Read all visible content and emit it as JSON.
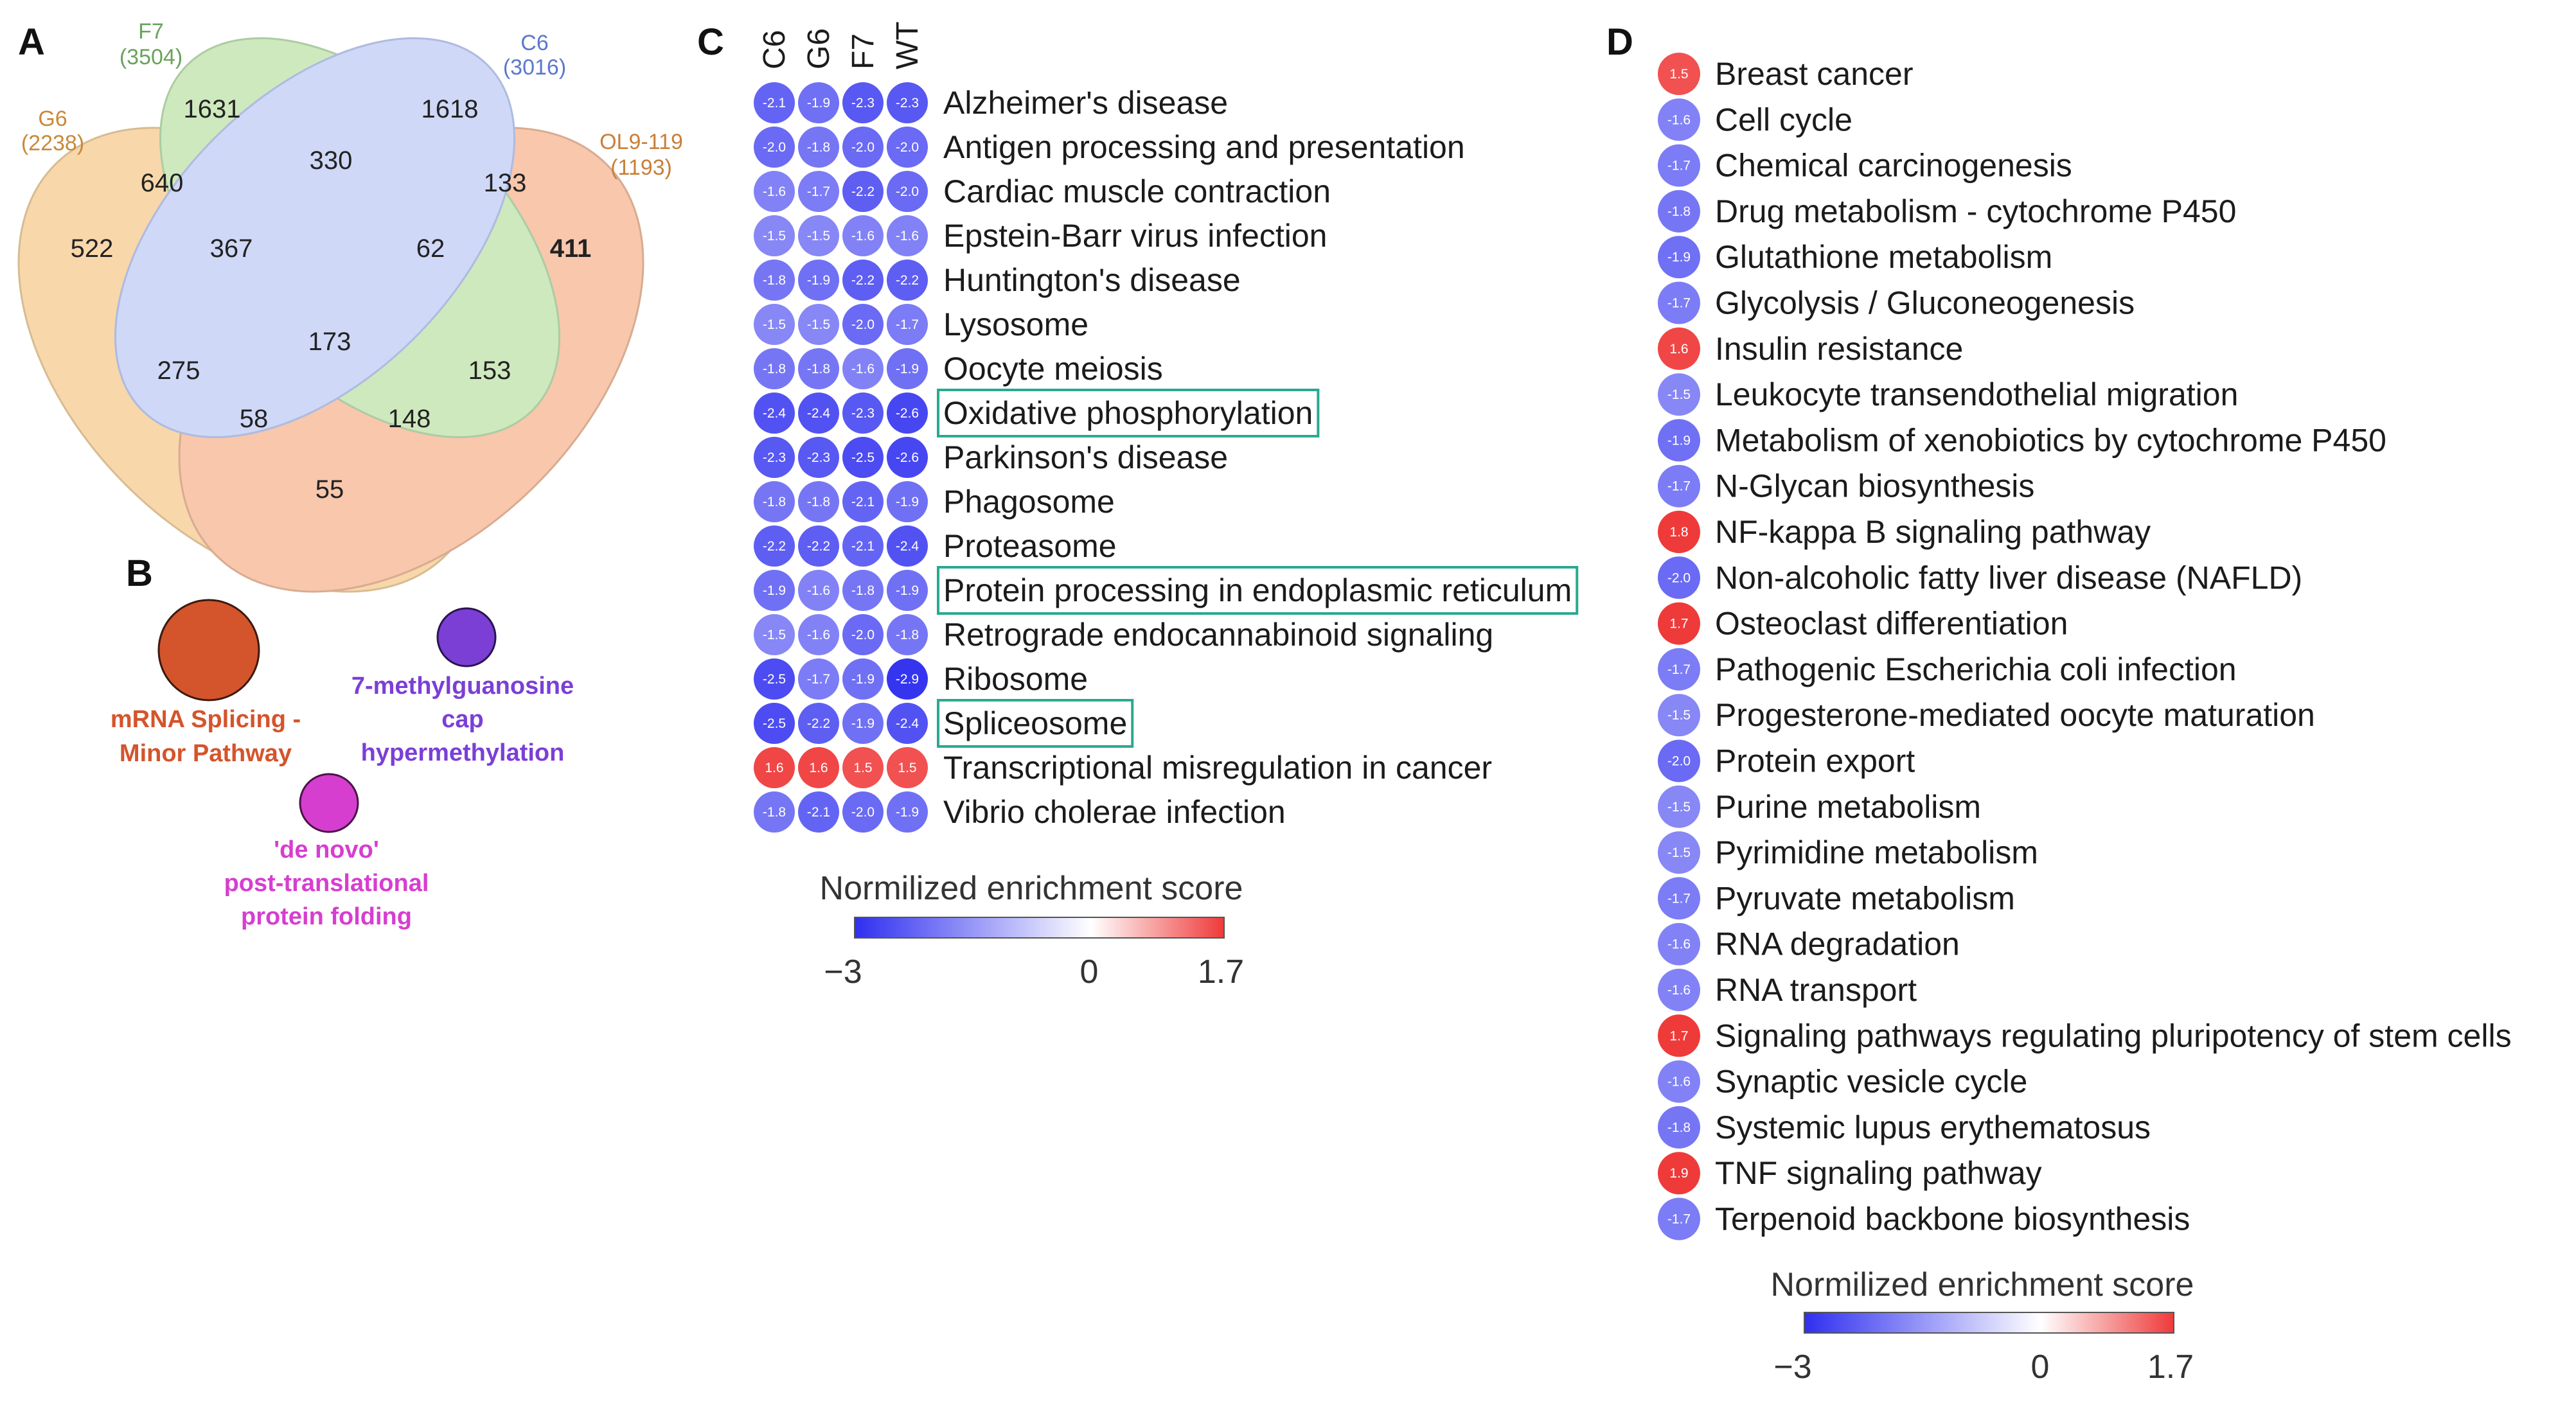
{
  "panels": {
    "a": "A",
    "b": "B",
    "c": "C",
    "d": "D"
  },
  "venn": {
    "sets": [
      {
        "name": "F7",
        "size": "(3504)",
        "color": "#7cc06a"
      },
      {
        "name": "C6",
        "size": "(3016)",
        "color": "#7d96e0"
      },
      {
        "name": "G6",
        "size": "(2238)",
        "color": "#f0a64a"
      },
      {
        "name": "OL9-119",
        "size": "(1193)",
        "color": "#f08a55"
      }
    ],
    "regions": {
      "g6_only": "522",
      "f7_only": "1631",
      "c6_only": "1618",
      "ol9_only": "411",
      "g6_f7": "640",
      "f7_c6": "330",
      "c6_ol9": "133",
      "g6_ol9": "55",
      "g6_f7_c6": "367",
      "f7_c6_ol9": "62",
      "g6_f7_ol9": "275",
      "g6_c6_ol9": "153",
      "f7_ol9": "58",
      "g6_c6": "148",
      "all": "173"
    },
    "highlight_color": "#e8221b"
  },
  "network": {
    "nodes": [
      {
        "label_lines": [
          "mRNA Splicing -",
          "Minor Pathway"
        ],
        "color": "#d4542b",
        "text_color": "#d4542b"
      },
      {
        "label_lines": [
          "7-methylguanosine",
          "cap",
          "hypermethylation"
        ],
        "color": "#7b3fd6",
        "text_color": "#7b3fd6"
      },
      {
        "label_lines": [
          "'de novo'",
          "post-translational",
          "protein folding"
        ],
        "color": "#d63ed0",
        "text_color": "#d63ed0"
      }
    ]
  },
  "chart_data": [
    {
      "type": "heatmap",
      "panel": "C",
      "columns": [
        "C6",
        "G6",
        "F7",
        "WT"
      ],
      "rows": [
        {
          "term": "Alzheimer's disease",
          "values": [
            -2.1,
            -1.9,
            -2.3,
            -2.3
          ],
          "boxed": false
        },
        {
          "term": "Antigen processing and presentation",
          "values": [
            -2.0,
            -1.8,
            -2.0,
            -2.0
          ],
          "boxed": false
        },
        {
          "term": "Cardiac muscle contraction",
          "values": [
            -1.6,
            -1.7,
            -2.2,
            -2.0
          ],
          "boxed": false
        },
        {
          "term": "Epstein-Barr virus infection",
          "values": [
            -1.5,
            -1.5,
            -1.6,
            -1.6
          ],
          "boxed": false
        },
        {
          "term": "Huntington's disease",
          "values": [
            -1.8,
            -1.9,
            -2.2,
            -2.2
          ],
          "boxed": false
        },
        {
          "term": "Lysosome",
          "values": [
            -1.5,
            -1.5,
            -2.0,
            -1.7
          ],
          "boxed": false
        },
        {
          "term": "Oocyte meiosis",
          "values": [
            -1.8,
            -1.8,
            -1.6,
            -1.9
          ],
          "boxed": false
        },
        {
          "term": "Oxidative phosphorylation",
          "values": [
            -2.4,
            -2.4,
            -2.3,
            -2.6
          ],
          "boxed": true
        },
        {
          "term": "Parkinson's disease",
          "values": [
            -2.3,
            -2.3,
            -2.5,
            -2.6
          ],
          "boxed": false
        },
        {
          "term": "Phagosome",
          "values": [
            -1.8,
            -1.8,
            -2.1,
            -1.9
          ],
          "boxed": false
        },
        {
          "term": "Proteasome",
          "values": [
            -2.2,
            -2.2,
            -2.1,
            -2.4
          ],
          "boxed": false
        },
        {
          "term": "Protein processing in endoplasmic reticulum",
          "values": [
            -1.9,
            -1.6,
            -1.8,
            -1.9
          ],
          "boxed": true
        },
        {
          "term": "Retrograde endocannabinoid signaling",
          "values": [
            -1.5,
            -1.6,
            -2.0,
            -1.8
          ],
          "boxed": false
        },
        {
          "term": "Ribosome",
          "values": [
            -2.5,
            -1.7,
            -1.9,
            -2.9
          ],
          "boxed": false
        },
        {
          "term": "Spliceosome",
          "values": [
            -2.5,
            -2.2,
            -1.9,
            -2.4
          ],
          "boxed": true
        },
        {
          "term": "Transcriptional misregulation in cancer",
          "values": [
            1.6,
            1.6,
            1.5,
            1.5
          ],
          "boxed": false
        },
        {
          "term": "Vibrio cholerae infection",
          "values": [
            -1.8,
            -2.1,
            -2.0,
            -1.9
          ],
          "boxed": false
        }
      ],
      "legend": {
        "title": "Normilized enrichment score",
        "min": -3,
        "mid": 0,
        "max": 1.7,
        "min_label": "−3",
        "mid_label": "0",
        "max_label": "1.7",
        "colors": [
          "#2f2ff0",
          "#ffffff",
          "#ef3a3a"
        ]
      },
      "box_color": "#2aa98f"
    },
    {
      "type": "heatmap",
      "panel": "D",
      "columns": [],
      "rows": [
        {
          "term": "Breast cancer",
          "values": [
            1.5
          ]
        },
        {
          "term": "Cell cycle",
          "values": [
            -1.6
          ]
        },
        {
          "term": "Chemical carcinogenesis",
          "values": [
            -1.7
          ]
        },
        {
          "term": "Drug metabolism - cytochrome P450",
          "values": [
            -1.8
          ]
        },
        {
          "term": "Glutathione metabolism",
          "values": [
            -1.9
          ]
        },
        {
          "term": "Glycolysis / Gluconeogenesis",
          "values": [
            -1.7
          ]
        },
        {
          "term": "Insulin resistance",
          "values": [
            1.6
          ]
        },
        {
          "term": "Leukocyte transendothelial migration",
          "values": [
            -1.5
          ]
        },
        {
          "term": "Metabolism of xenobiotics by cytochrome P450",
          "values": [
            -1.9
          ]
        },
        {
          "term": "N-Glycan biosynthesis",
          "values": [
            -1.7
          ]
        },
        {
          "term": "NF-kappa B signaling pathway",
          "values": [
            1.8
          ]
        },
        {
          "term": "Non-alcoholic fatty liver disease (NAFLD)",
          "values": [
            -2.0
          ]
        },
        {
          "term": "Osteoclast differentiation",
          "values": [
            1.7
          ]
        },
        {
          "term": "Pathogenic Escherichia coli infection",
          "values": [
            -1.7
          ]
        },
        {
          "term": "Progesterone-mediated oocyte maturation",
          "values": [
            -1.5
          ]
        },
        {
          "term": "Protein export",
          "values": [
            -2.0
          ]
        },
        {
          "term": "Purine metabolism",
          "values": [
            -1.5
          ]
        },
        {
          "term": "Pyrimidine metabolism",
          "values": [
            -1.5
          ]
        },
        {
          "term": "Pyruvate metabolism",
          "values": [
            -1.7
          ]
        },
        {
          "term": "RNA degradation",
          "values": [
            -1.6
          ]
        },
        {
          "term": "RNA transport",
          "values": [
            -1.6
          ]
        },
        {
          "term": "Signaling pathways regulating pluripotency of stem cells",
          "values": [
            1.7
          ]
        },
        {
          "term": "Synaptic vesicle cycle",
          "values": [
            -1.6
          ]
        },
        {
          "term": "Systemic lupus erythematosus",
          "values": [
            -1.8
          ]
        },
        {
          "term": "TNF signaling pathway",
          "values": [
            1.9
          ]
        },
        {
          "term": "Terpenoid backbone biosynthesis",
          "values": [
            -1.7
          ]
        }
      ],
      "legend": {
        "title": "Normilized enrichment score",
        "min": -3,
        "mid": 0,
        "max": 1.7,
        "min_label": "−3",
        "mid_label": "0",
        "max_label": "1.7",
        "colors": [
          "#2f2ff0",
          "#ffffff",
          "#ef3a3a"
        ]
      }
    }
  ]
}
